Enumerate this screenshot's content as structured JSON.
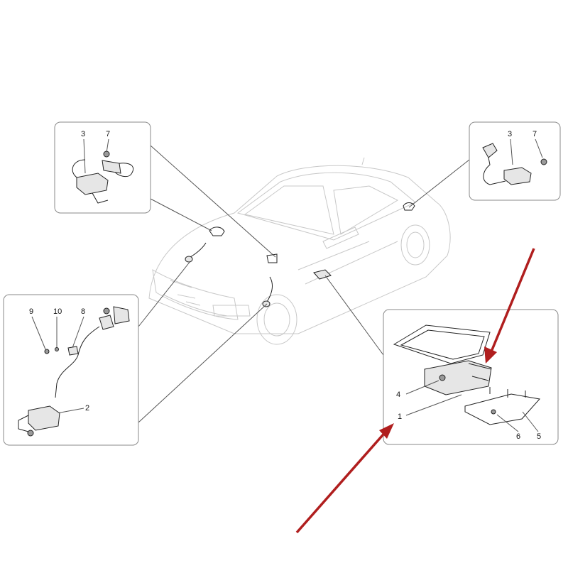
{
  "diagram": {
    "arrow_color": "#b01e1e",
    "panels": {
      "top_left": {
        "labels": [
          "3",
          "7"
        ]
      },
      "top_right": {
        "labels": [
          "3",
          "7"
        ]
      },
      "bottom_left": {
        "labels": [
          "9",
          "10",
          "8",
          "2"
        ]
      },
      "bottom_right": {
        "labels": [
          "4",
          "1",
          "6",
          "5"
        ]
      }
    }
  }
}
